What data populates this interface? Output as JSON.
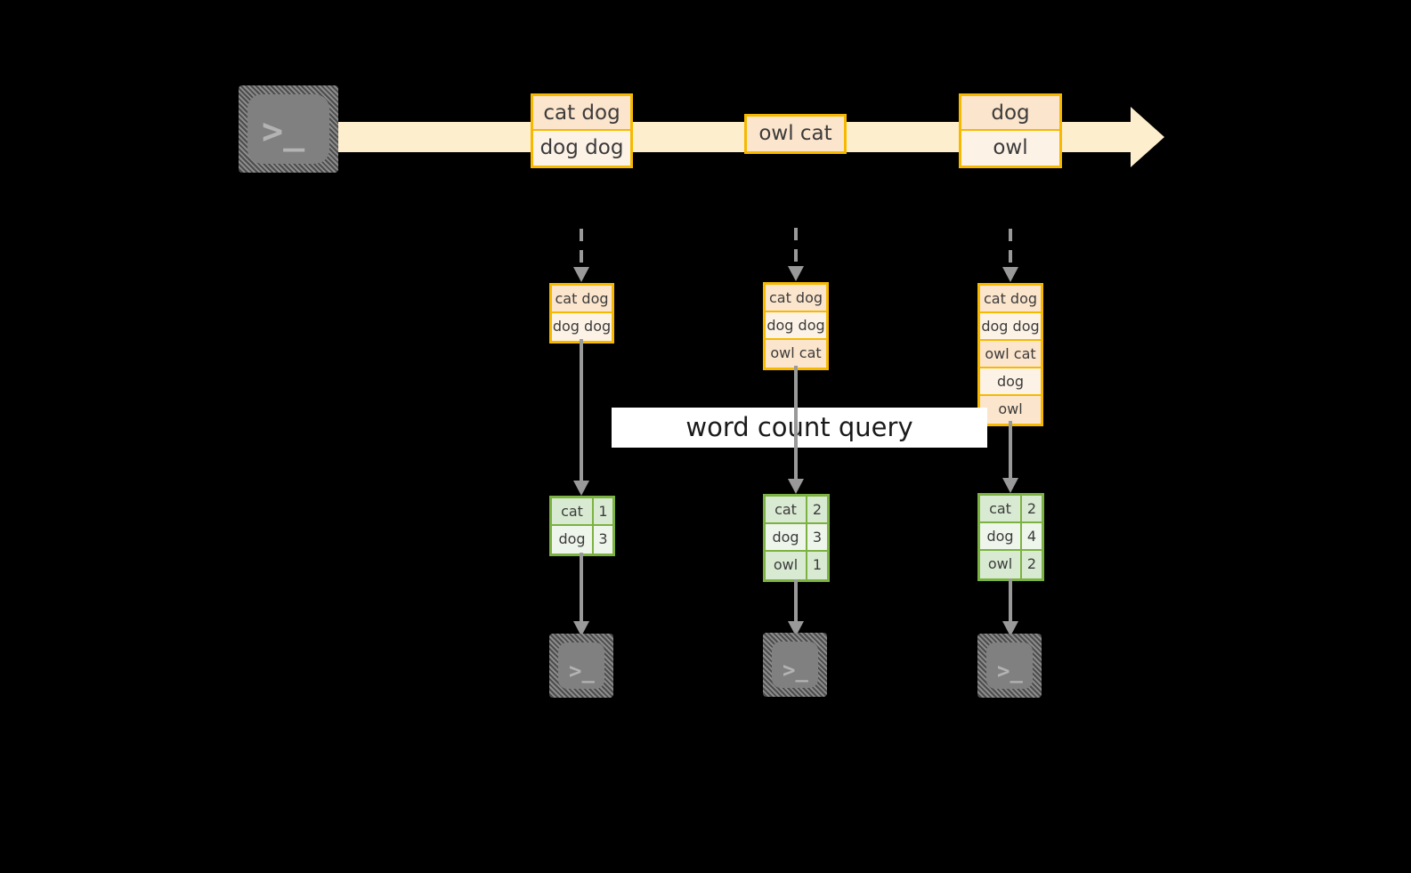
{
  "diagram": {
    "background_color": "#000000",
    "accent_orange": "#f6b900",
    "accent_orange_fill": "#fce5cd",
    "accent_orange_fill_alt": "#fdf2e6",
    "accent_green": "#7cb241",
    "accent_green_fill": "#d9ead3",
    "accent_green_fill_alt": "#eef5ea",
    "connector_gray": "#999999",
    "stream_band_color": "#fdeecd"
  },
  "source": {
    "icon": "terminal-icon",
    "glyph": ">_"
  },
  "stream": {
    "name": "input-event-stream",
    "arrow_direction": "right",
    "messages": [
      {
        "lines": [
          "cat dog",
          "dog dog"
        ]
      },
      {
        "lines": [
          "owl cat"
        ]
      },
      {
        "lines": [
          "dog",
          "owl"
        ]
      }
    ]
  },
  "columns": [
    {
      "name": "snapshot-1",
      "ingest_arrow": "dashed-down-arrow",
      "accumulated": [
        "cat dog",
        "dog dog"
      ],
      "result": {
        "rows": [
          {
            "word": "cat",
            "count": "1"
          },
          {
            "word": "dog",
            "count": "3"
          }
        ]
      },
      "sink": {
        "icon": "terminal-icon",
        "glyph": ">_"
      }
    },
    {
      "name": "snapshot-2",
      "ingest_arrow": "dashed-down-arrow",
      "accumulated": [
        "cat dog",
        "dog dog",
        "owl cat"
      ],
      "result": {
        "rows": [
          {
            "word": "cat",
            "count": "2"
          },
          {
            "word": "dog",
            "count": "3"
          },
          {
            "word": "owl",
            "count": "1"
          }
        ]
      },
      "sink": {
        "icon": "terminal-icon",
        "glyph": ">_"
      }
    },
    {
      "name": "snapshot-3",
      "ingest_arrow": "dashed-down-arrow",
      "accumulated": [
        "cat dog",
        "dog dog",
        "owl cat",
        "dog",
        "owl"
      ],
      "result": {
        "rows": [
          {
            "word": "cat",
            "count": "2"
          },
          {
            "word": "dog",
            "count": "4"
          },
          {
            "word": "owl",
            "count": "2"
          }
        ]
      },
      "sink": {
        "icon": "terminal-icon",
        "glyph": ">_"
      }
    }
  ],
  "query_label": {
    "text": "word count query"
  }
}
